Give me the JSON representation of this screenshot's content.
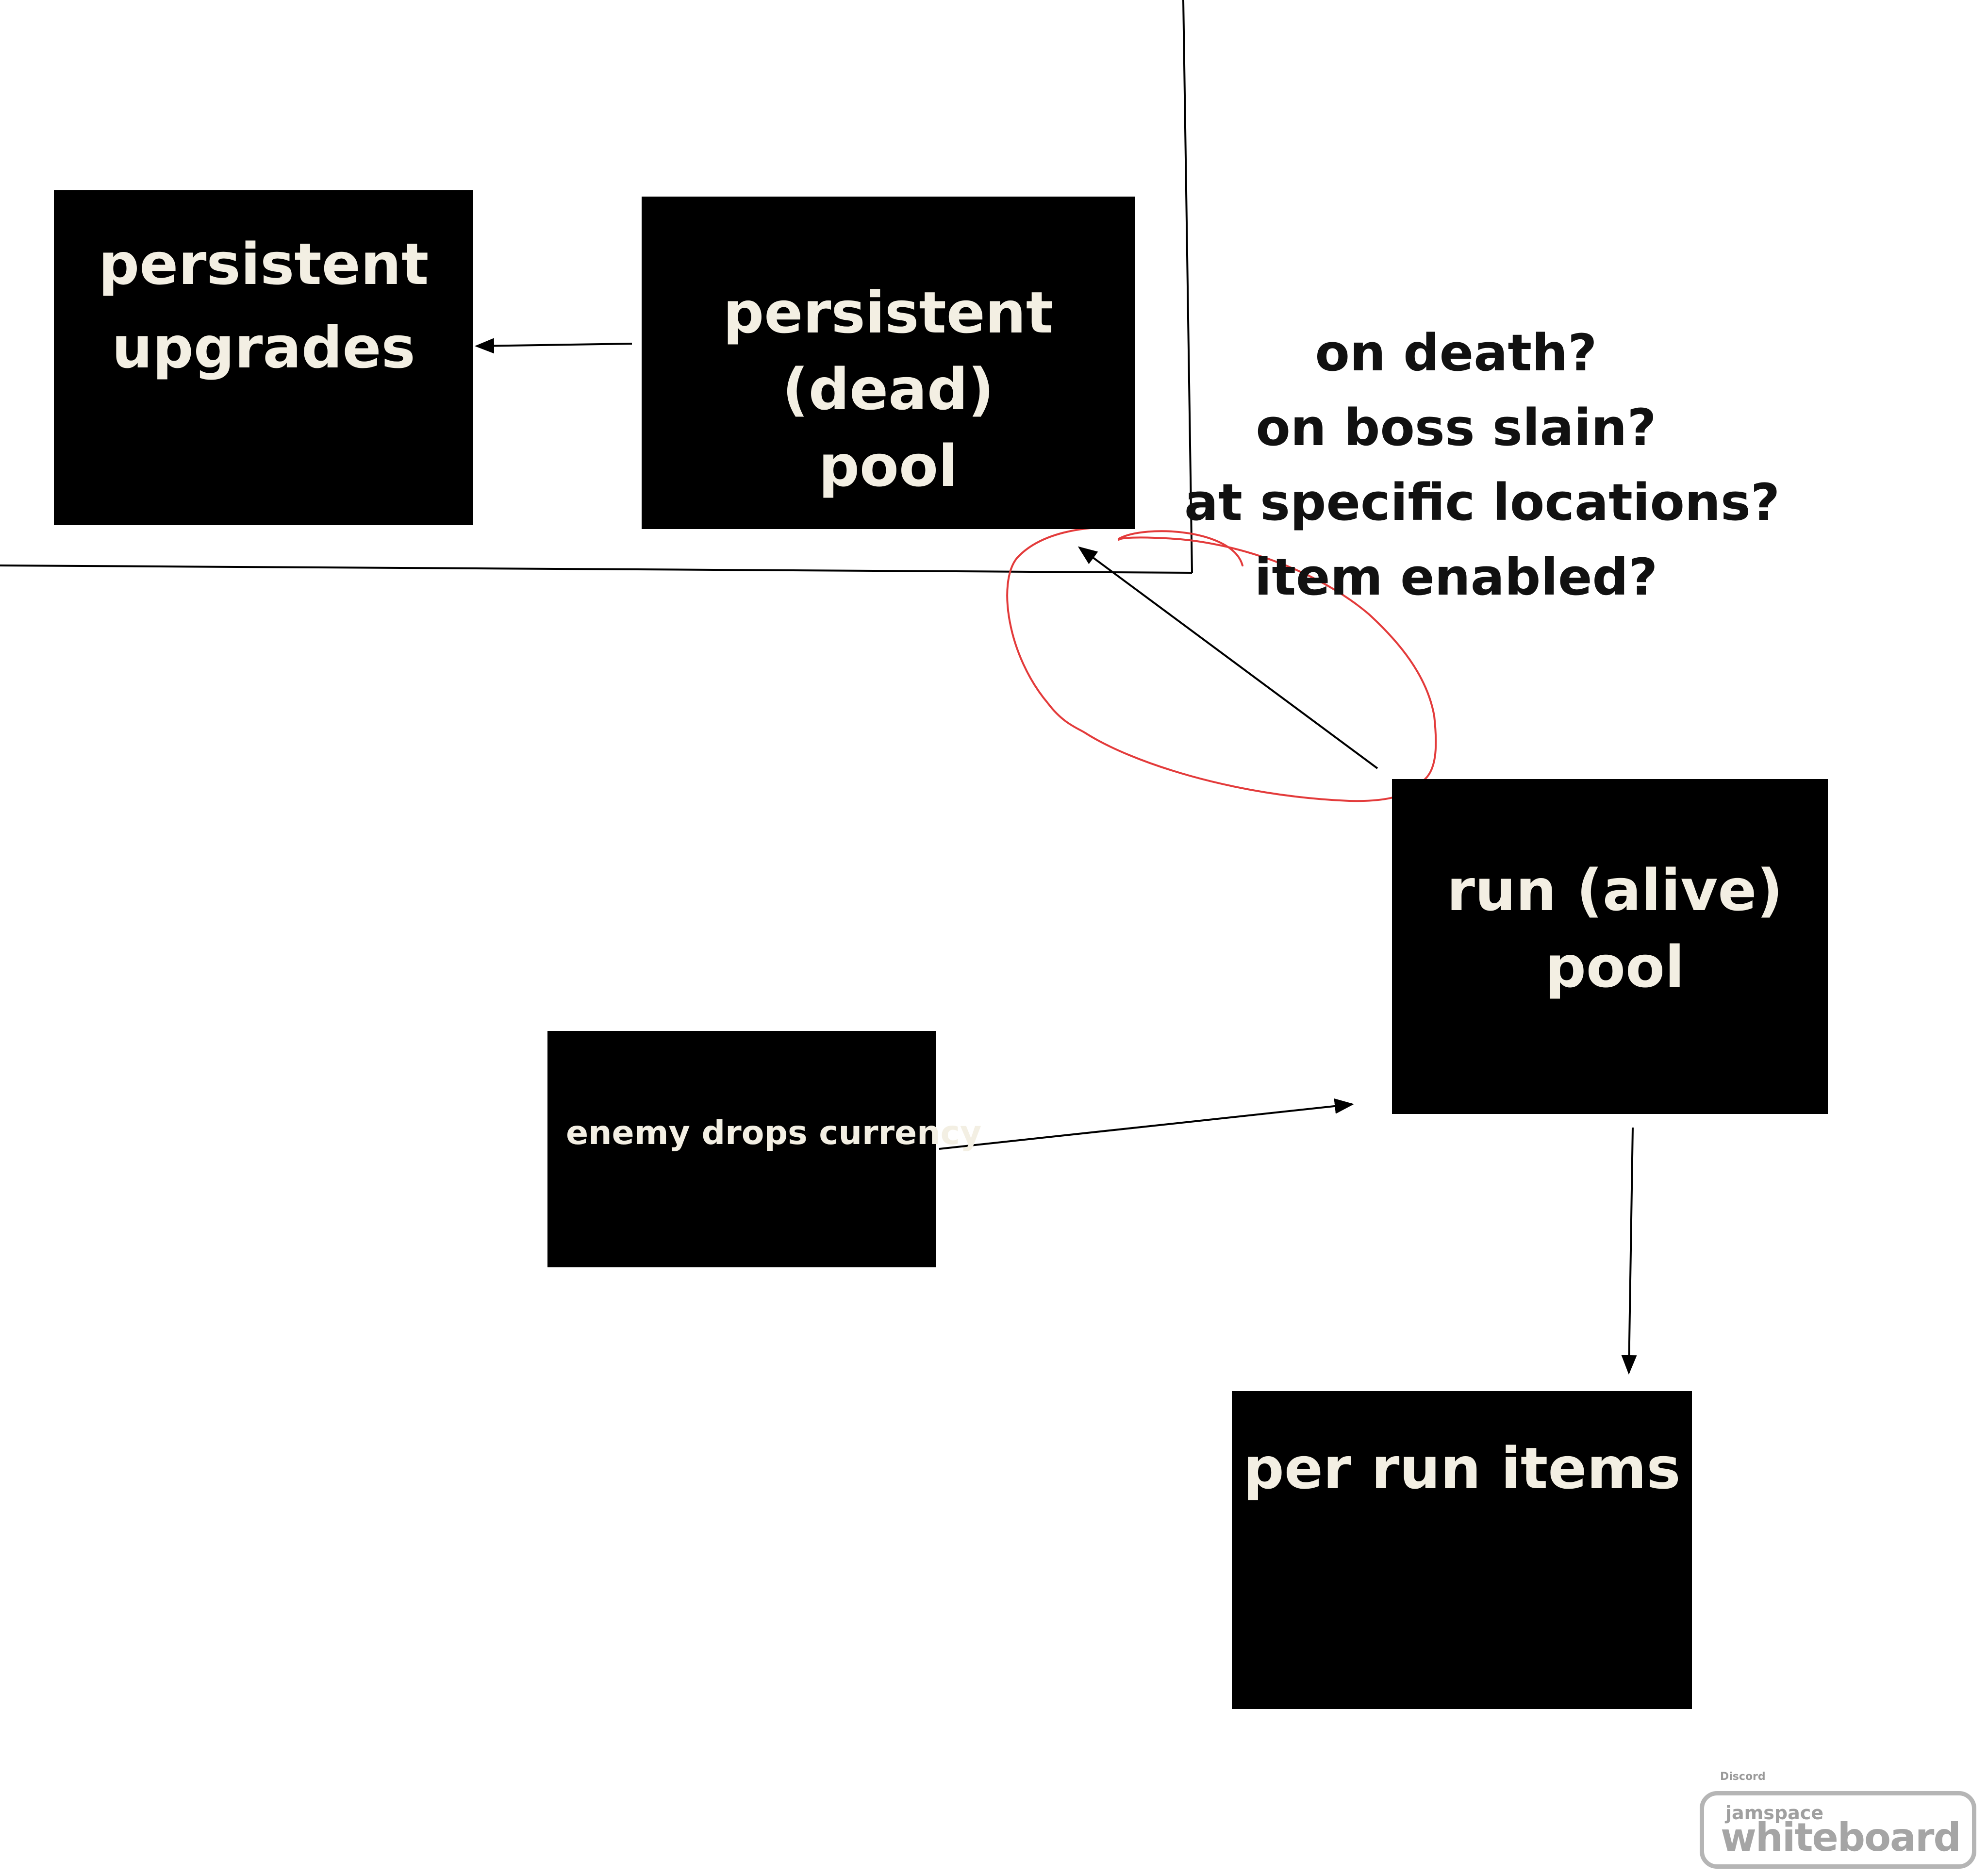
{
  "diagram": {
    "nodes": {
      "persistent_upgrades": "persistent\nupgrades",
      "persistent_pool": "persistent (dead)\npool",
      "enemy_drops": "enemy drops currency",
      "run_pool": "run (alive)\npool",
      "per_run_items": "per run items"
    },
    "conditions": [
      "on death?",
      "on boss slain?",
      "at specific locations?",
      "item enabled?"
    ],
    "edges": [
      {
        "from": "persistent_pool",
        "to": "persistent_upgrades"
      },
      {
        "from": "run_pool",
        "to": "persistent_pool"
      },
      {
        "from": "enemy_drops",
        "to": "run_pool"
      },
      {
        "from": "run_pool",
        "to": "per_run_items"
      }
    ],
    "colors": {
      "box_fill": "#000000",
      "box_text": "#f3efe3",
      "ink": "#000000",
      "annotation": "#e33b3b"
    }
  },
  "watermark": {
    "discord_label": "Discord",
    "brand_small": "jamspace",
    "brand_big": "whiteboard"
  }
}
